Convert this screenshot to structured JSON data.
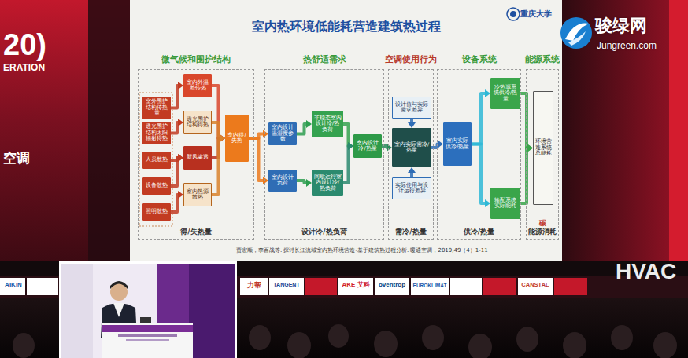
{
  "diagram": {
    "title": "室内热环境低能耗营造建筑热过程",
    "caption": "贾宏顺，李百战等. 探讨长江流域室内热环境营造-基于建筑热过程分析. 暖通空调，2019,49（4）1-11",
    "nodes": [
      {
        "text": [
          "微气候和围护结构",
          "得/失热量"
        ]
      },
      {
        "text": [
          "室外围护结构传热量"
        ],
        "in": 0
      },
      {
        "text": [
          "透光围护结构太阳辐射得热"
        ],
        "in": 0
      },
      {
        "text": [
          "人员散热"
        ],
        "in": 0
      },
      {
        "text": [
          "设备散热"
        ],
        "in": 0
      },
      {
        "text": [
          "照明散热"
        ],
        "in": 0
      },
      {
        "text": [
          "室内外温差传热"
        ],
        "in": 0
      },
      {
        "text": [
          "透光围护结构得热"
        ],
        "in": 0
      },
      {
        "text": [
          "新风渗透"
        ],
        "in": 0
      },
      {
        "text": [
          "室内热源散热"
        ],
        "in": 0
      },
      {
        "text": [
          "室内得/失热"
        ],
        "in": 0
      },
      {
        "text": [
          "热舒适需求",
          "设计冷/热负荷"
        ]
      },
      {
        "text": [
          "室内设计温湿度参数"
        ],
        "in": 11
      },
      {
        "text": [
          "室内设计负荷"
        ],
        "in": 11
      },
      {
        "text": [
          "非稳态室内设计冷/热负荷"
        ],
        "in": 11
      },
      {
        "text": [
          "间歇运行室内设计冷/热负荷"
        ],
        "in": 11
      },
      {
        "text": [
          "室内设计冷/热量"
        ],
        "in": 11
      },
      {
        "text": [
          "空调使用行为",
          "需冷/热量"
        ]
      },
      {
        "text": [
          "设计值与实际需求差异"
        ],
        "in": 17
      },
      {
        "text": [
          "实际使用与设计运行差异"
        ],
        "in": 17
      },
      {
        "text": [
          "室内实际需冷/热量"
        ],
        "in": 17
      },
      {
        "text": [
          "设备系统",
          "供冷/热量"
        ]
      },
      {
        "text": [
          "室内实际供冷/热量"
        ],
        "in": 21
      },
      {
        "text": [
          "冷热源系统供冷/热量"
        ],
        "in": 21
      },
      {
        "text": [
          "输配系统实际能耗"
        ],
        "in": 21
      },
      {
        "text": [
          "能源系统",
          "碳",
          "能源消耗"
        ]
      },
      {
        "text": [
          "环境营造系统总能耗"
        ],
        "in": 25
      }
    ],
    "edges": [
      {
        "from": 1,
        "to": 6,
        "arrow": "to"
      },
      {
        "from": 2,
        "to": 7,
        "arrow": "to"
      },
      {
        "from": 3,
        "to": 8,
        "arrow": "to"
      },
      {
        "from": 4,
        "to": 8,
        "arrow": "to"
      },
      {
        "from": 5,
        "to": 9,
        "arrow": "to"
      },
      {
        "from": 6,
        "to": 10,
        "arrow": "to"
      },
      {
        "from": 7,
        "to": 10,
        "arrow": "to"
      },
      {
        "from": 8,
        "to": 10,
        "arrow": "to"
      },
      {
        "from": 9,
        "to": 10,
        "arrow": "to"
      },
      {
        "from": 10,
        "to": 12,
        "arrow": "to"
      },
      {
        "from": 10,
        "to": 13,
        "arrow": "to"
      },
      {
        "from": 12,
        "to": 14,
        "arrow": "to"
      },
      {
        "from": 13,
        "to": 15,
        "arrow": "to"
      },
      {
        "from": 14,
        "to": 16,
        "arrow": "to"
      },
      {
        "from": 15,
        "to": 16,
        "arrow": "to"
      },
      {
        "from": 16,
        "to": 20,
        "arrow": "to"
      },
      {
        "from": 18,
        "to": 20,
        "arrow": "to"
      },
      {
        "from": 19,
        "to": 20,
        "arrow": "to"
      },
      {
        "from": 20,
        "to": 22,
        "arrow": "to"
      },
      {
        "from": 22,
        "to": 23,
        "arrow": "to"
      },
      {
        "from": 22,
        "to": 24,
        "arrow": "to"
      },
      {
        "from": 23,
        "to": 26,
        "arrow": "to"
      },
      {
        "from": 24,
        "to": 26,
        "arrow": "to"
      }
    ],
    "labels": [
      "重庆大学",
      "骏绿网",
      "Jungreen.com",
      "20)",
      "ERATION",
      "空调",
      "HVAC",
      "AIKIN",
      "力帮",
      "TANGENT",
      "AKE 艾科",
      "oventrop",
      "EUROKLIMAT",
      "CANSTAL"
    ]
  }
}
